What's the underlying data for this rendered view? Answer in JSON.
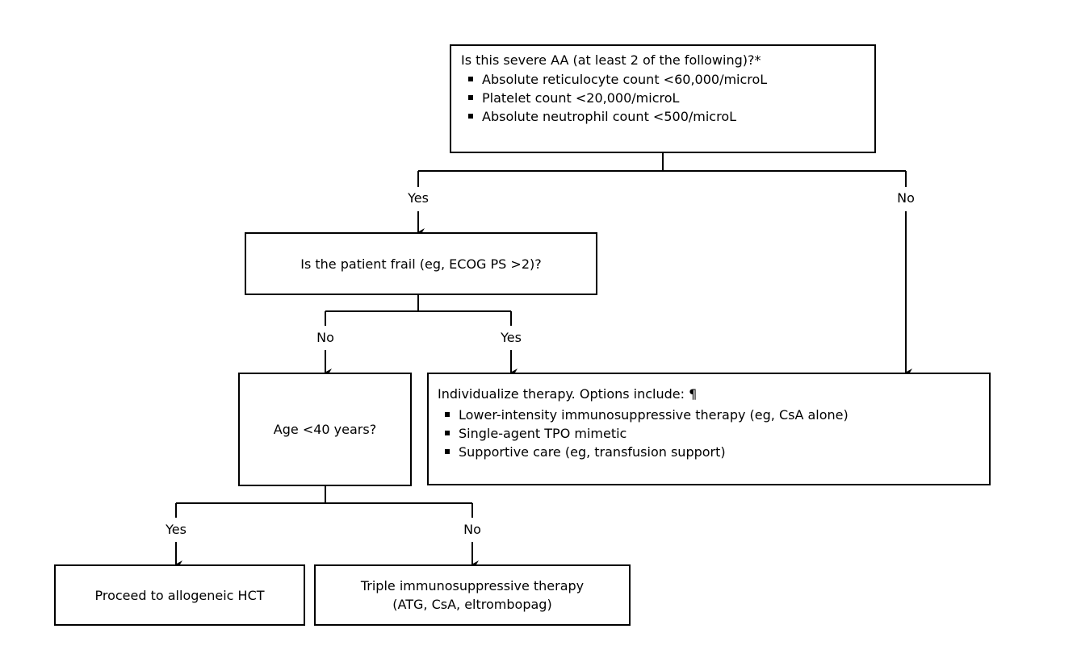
{
  "q1": {
    "title": "Is this severe AA (at least 2 of the following)?*",
    "bullets": [
      "Absolute reticulocyte count <60,000/microL",
      "Platelet count <20,000/microL",
      "Absolute neutrophil count <500/microL"
    ],
    "yes": "Yes",
    "no": "No"
  },
  "q2": {
    "title": "Is the patient frail (eg, ECOG PS >2)?",
    "no": "No",
    "yes": "Yes"
  },
  "q3": {
    "title": "Age <40 years?",
    "yes": "Yes",
    "no": "No"
  },
  "individualize": {
    "title": "Individualize therapy. Options include: ¶",
    "bullets": [
      "Lower-intensity immunosuppressive therapy (eg, CsA alone)",
      "Single-agent TPO mimetic",
      "Supportive care (eg, transfusion support)"
    ]
  },
  "hct": {
    "text": "Proceed to allogeneic HCT"
  },
  "triple": {
    "line1": "Triple immunosuppressive therapy",
    "line2": "(ATG, CsA, eltrombopag)"
  }
}
